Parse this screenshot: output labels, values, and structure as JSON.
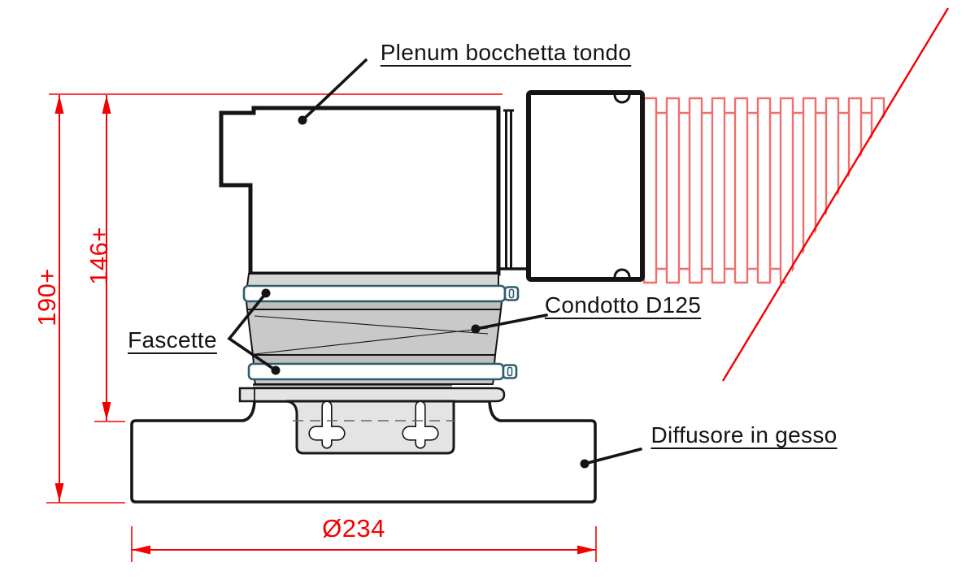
{
  "drawing": {
    "title": "Plenum bocchetta tondo installation drawing",
    "labels": {
      "plenum": "Plenum bocchetta tondo",
      "condotto": "Condotto D125",
      "fascette": "Fascette",
      "diffusore": "Diffusore in gesso"
    },
    "dimensions": {
      "total_height": "190+",
      "plenum_height": "146+",
      "diameter": "Ø234"
    },
    "colors": {
      "dimension_red": "#f50000",
      "flex_duct_red": "#ef6f6f",
      "clamp_outline_teal": "#2d5d6d",
      "line_black": "#141414",
      "duct_gray": "#c9c9c9",
      "plate_gray": "#e4e4e4"
    }
  }
}
